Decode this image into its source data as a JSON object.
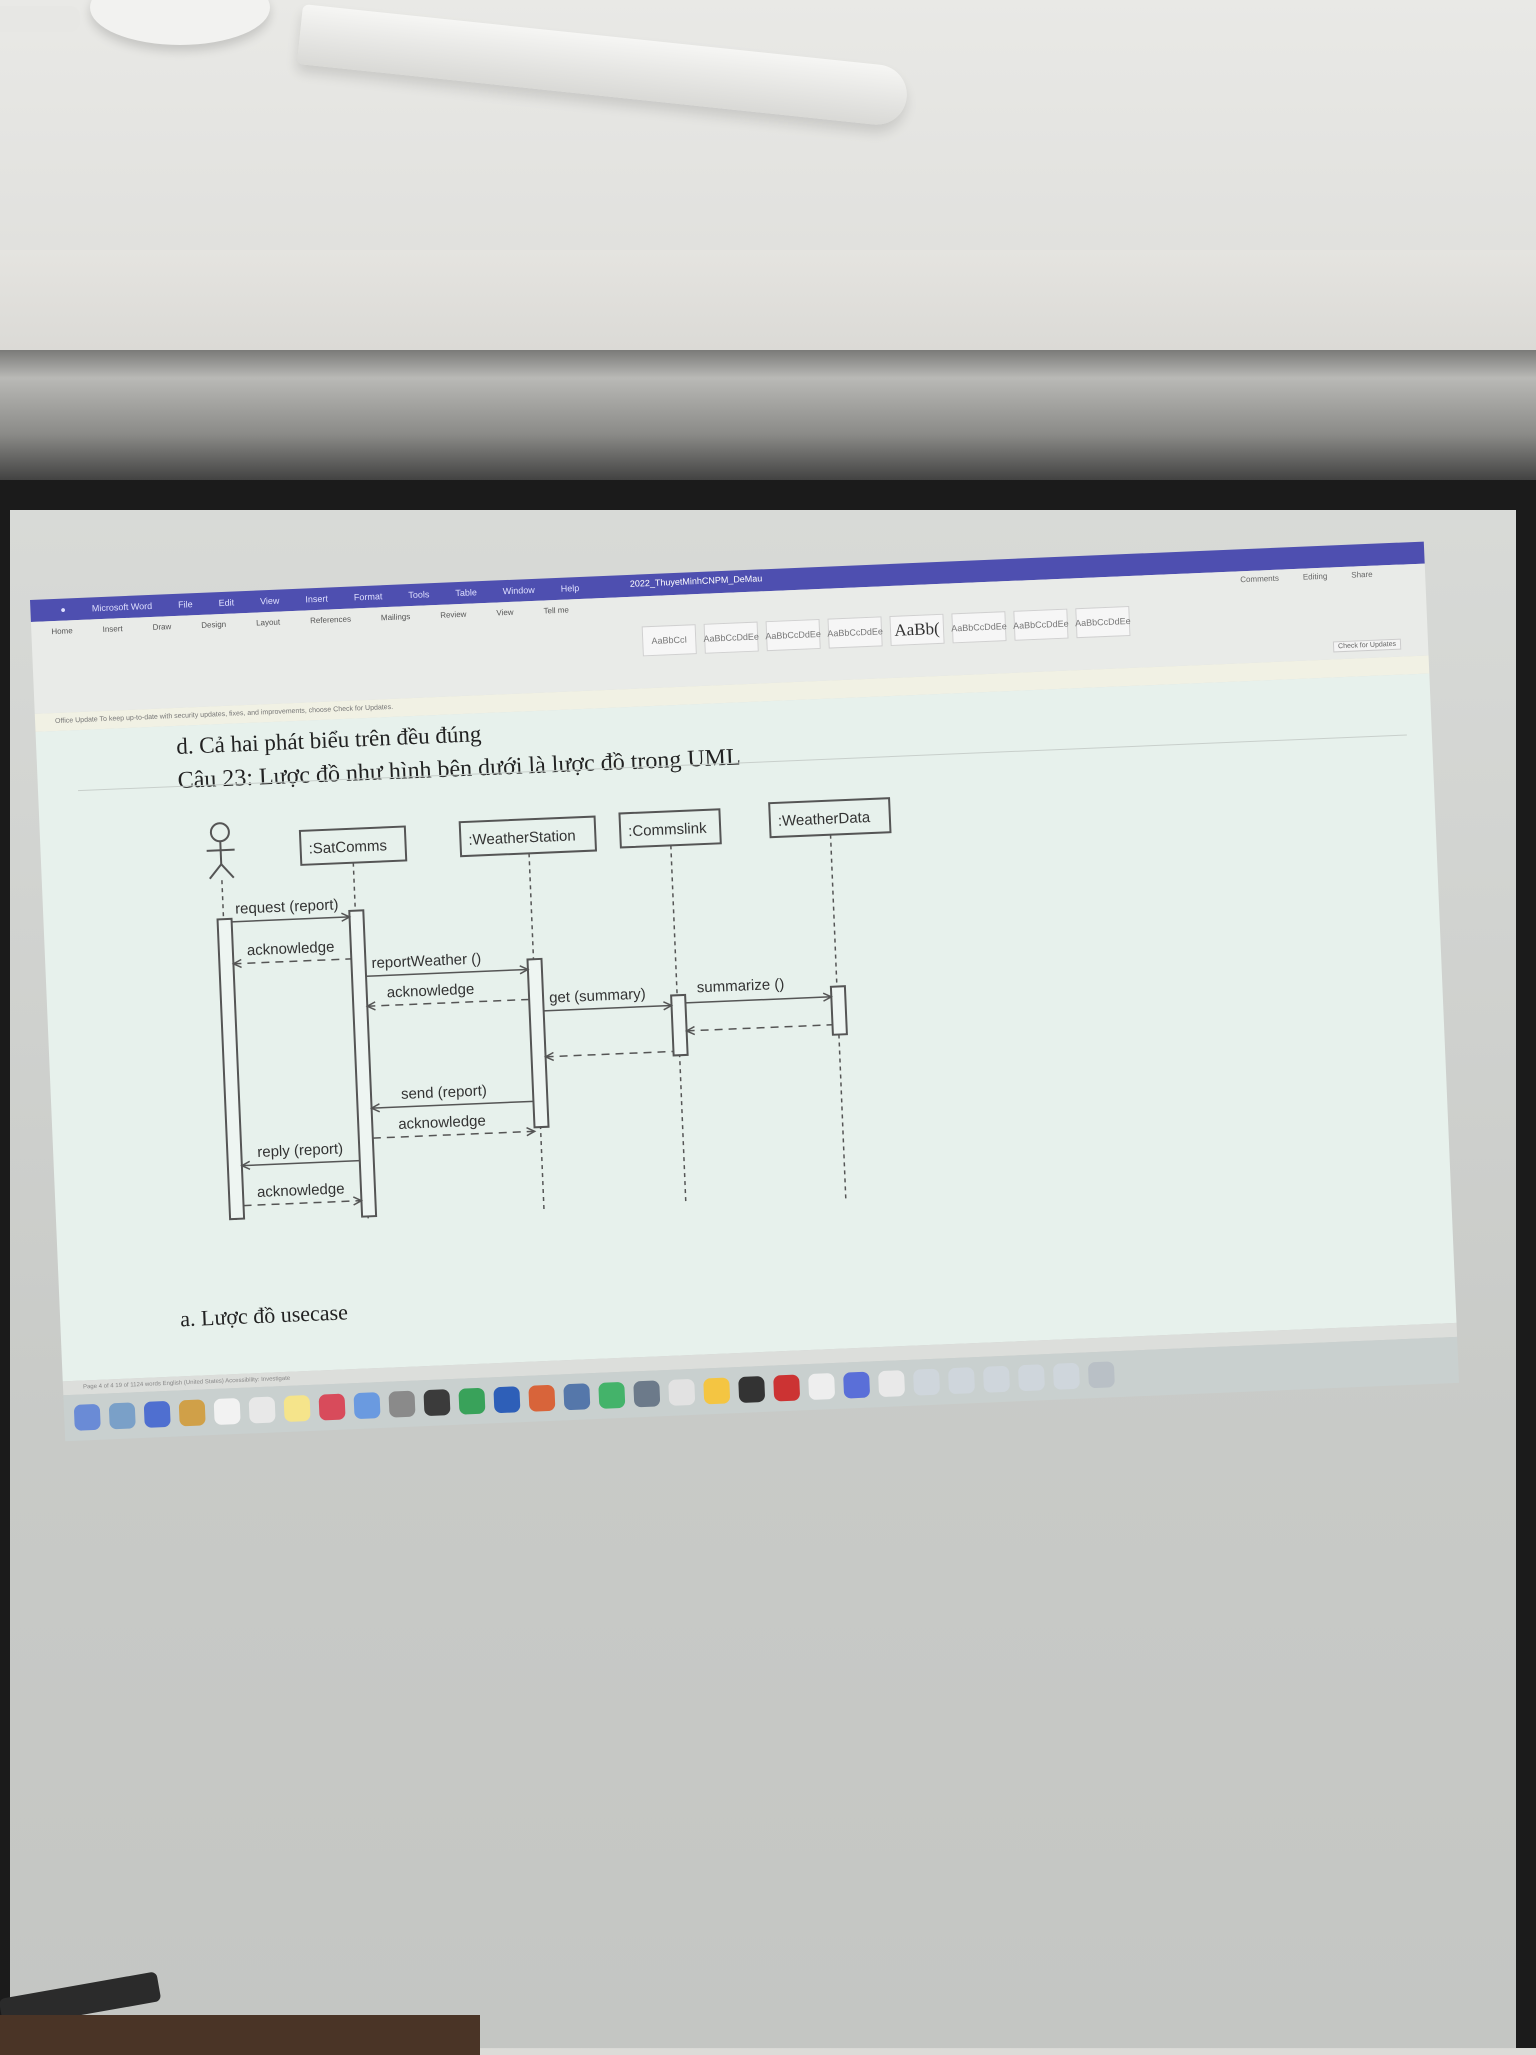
{
  "menubar": {
    "items": [
      "Microsoft Word",
      "File",
      "Edit",
      "View",
      "Insert",
      "Format",
      "Tools",
      "Table",
      "Window",
      "Help"
    ],
    "doc_title": "2022_ThuyetMinhCNPM_DeMau"
  },
  "ribbon": {
    "tabs": [
      "Home",
      "Insert",
      "Draw",
      "Design",
      "Layout",
      "References",
      "Mailings",
      "Review",
      "View",
      "Tell me"
    ],
    "style_samples": [
      "AaBbCcI",
      "AaBbCcDdEe",
      "AaBbCcDdEe",
      "AaBbCcDdEe",
      "AaBb(",
      "AaBbCcDdEe",
      "AaBbCcDdEe",
      "AaBbCcDdEe"
    ],
    "right_buttons": [
      "Comments",
      "Editing",
      "Share"
    ],
    "check_updates": "Check for Updates"
  },
  "update_bar": "Office Update  To keep up-to-date with security updates, fixes, and improvements, choose Check for Updates.",
  "document": {
    "line_d": "d.   Cả hai phát biểu trên đều đúng",
    "question": "Câu 23: Lược đồ như hình bên dưới là lược đồ trong UML",
    "answer_a": "a.   Lược đồ usecase"
  },
  "diagram": {
    "lifelines": [
      ":SatComms",
      ":WeatherStation",
      ":Commslink",
      ":WeatherData"
    ],
    "messages": [
      "request (report)",
      "acknowledge",
      "reportWeather ()",
      "acknowledge",
      "get (summary)",
      "summarize ()",
      "send (report)",
      "acknowledge",
      "reply (report)",
      "acknowledge"
    ]
  },
  "statusbar": "Page 4 of 4   19 of 1124 words   English (United States)   Accessibility: Investigate",
  "colors": {
    "menubar": "#4e4fb0",
    "doc_bg": "#e7f1ec",
    "diagram_stroke": "#555555"
  }
}
